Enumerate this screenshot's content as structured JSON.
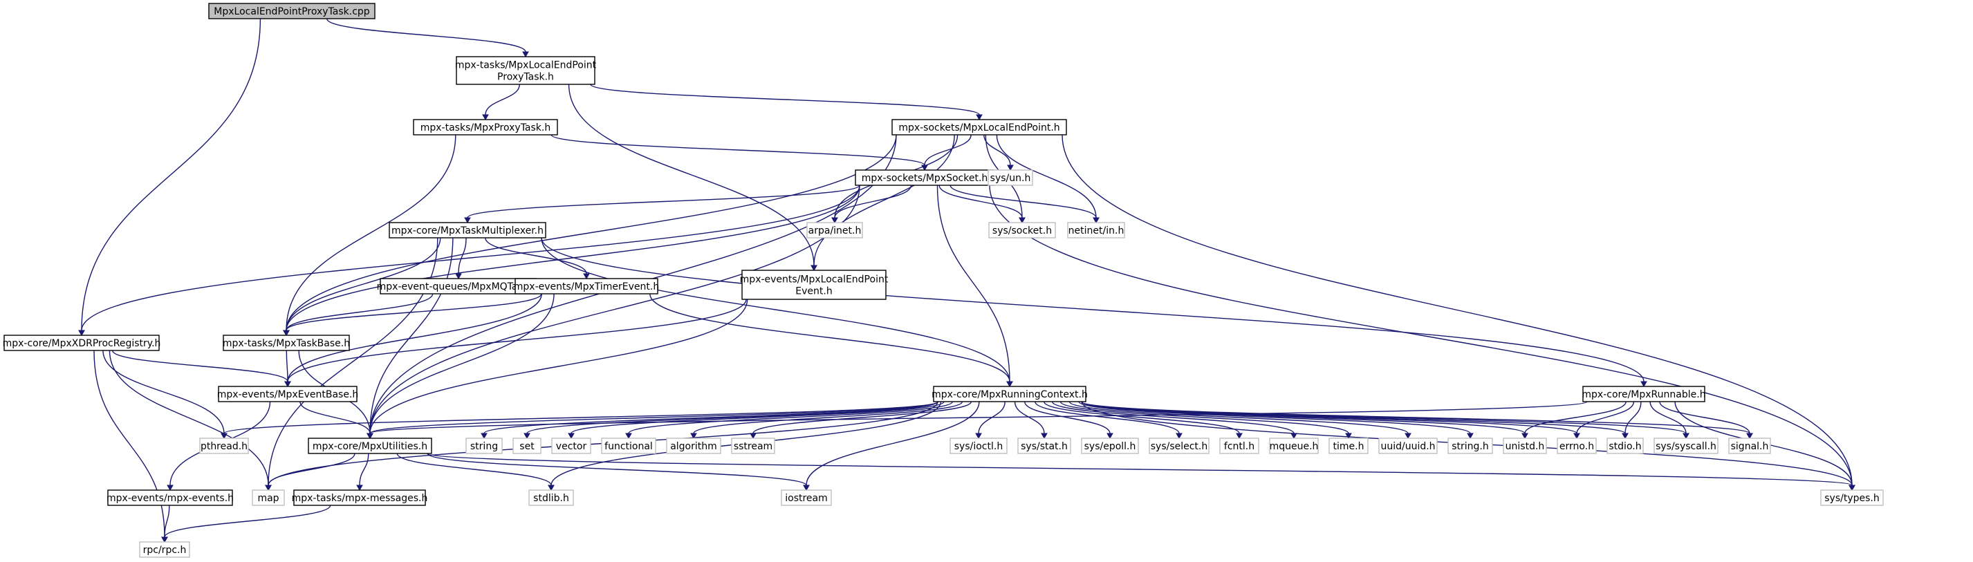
{
  "nodes": [
    {
      "id": "root",
      "lines": [
        "MpxLocalEndPointProxyTask.cpp"
      ],
      "type": "root"
    },
    {
      "id": "proxytask",
      "lines": [
        "mpx-tasks/MpxLocalEndPoint",
        "ProxyTask.h"
      ],
      "type": "file"
    },
    {
      "id": "mpxproxytask",
      "lines": [
        "mpx-tasks/MpxProxyTask.h"
      ],
      "type": "file"
    },
    {
      "id": "localendpoint",
      "lines": [
        "mpx-sockets/MpxLocalEndPoint.h"
      ],
      "type": "file"
    },
    {
      "id": "socket",
      "lines": [
        "mpx-sockets/MpxSocket.h"
      ],
      "type": "file"
    },
    {
      "id": "taskmux",
      "lines": [
        "mpx-core/MpxTaskMultiplexer.h"
      ],
      "type": "file"
    },
    {
      "id": "mqtaskl",
      "lines": [
        "mpx-event-queues/MpxMQTaskI.h"
      ],
      "type": "file"
    },
    {
      "id": "timerevent",
      "lines": [
        "mpx-events/MpxTimerEvent.h"
      ],
      "type": "file"
    },
    {
      "id": "lepevent",
      "lines": [
        "mpx-events/MpxLocalEndPoint",
        "Event.h"
      ],
      "type": "file"
    },
    {
      "id": "xdr",
      "lines": [
        "mpx-core/MpxXDRProcRegistry.h"
      ],
      "type": "file"
    },
    {
      "id": "taskbase",
      "lines": [
        "mpx-tasks/MpxTaskBase.h"
      ],
      "type": "file"
    },
    {
      "id": "eventbase",
      "lines": [
        "mpx-events/MpxEventBase.h"
      ],
      "type": "file"
    },
    {
      "id": "runningctx",
      "lines": [
        "mpx-core/MpxRunningContext.h"
      ],
      "type": "file"
    },
    {
      "id": "runnable",
      "lines": [
        "mpx-core/MpxRunnable.h"
      ],
      "type": "file"
    },
    {
      "id": "utilities",
      "lines": [
        "mpx-core/MpxUtilities.h"
      ],
      "type": "file"
    },
    {
      "id": "mpxevents",
      "lines": [
        "mpx-events/mpx-events.h"
      ],
      "type": "file"
    },
    {
      "id": "mpxmessages",
      "lines": [
        "mpx-tasks/mpx-messages.h"
      ],
      "type": "file"
    },
    {
      "id": "sys_un",
      "lines": [
        "sys/un.h"
      ],
      "type": "sys"
    },
    {
      "id": "arpa_inet",
      "lines": [
        "arpa/inet.h"
      ],
      "type": "sys"
    },
    {
      "id": "sys_socket",
      "lines": [
        "sys/socket.h"
      ],
      "type": "sys"
    },
    {
      "id": "netinet_in",
      "lines": [
        "netinet/in.h"
      ],
      "type": "sys"
    },
    {
      "id": "pthread",
      "lines": [
        "pthread.h"
      ],
      "type": "sys"
    },
    {
      "id": "string",
      "lines": [
        "string"
      ],
      "type": "sys"
    },
    {
      "id": "set",
      "lines": [
        "set"
      ],
      "type": "sys"
    },
    {
      "id": "vector",
      "lines": [
        "vector"
      ],
      "type": "sys"
    },
    {
      "id": "functional",
      "lines": [
        "functional"
      ],
      "type": "sys"
    },
    {
      "id": "algorithm",
      "lines": [
        "algorithm"
      ],
      "type": "sys"
    },
    {
      "id": "sstream",
      "lines": [
        "sstream"
      ],
      "type": "sys"
    },
    {
      "id": "sys_ioctl",
      "lines": [
        "sys/ioctl.h"
      ],
      "type": "sys"
    },
    {
      "id": "sys_stat",
      "lines": [
        "sys/stat.h"
      ],
      "type": "sys"
    },
    {
      "id": "sys_epoll",
      "lines": [
        "sys/epoll.h"
      ],
      "type": "sys"
    },
    {
      "id": "sys_select",
      "lines": [
        "sys/select.h"
      ],
      "type": "sys"
    },
    {
      "id": "fcntl",
      "lines": [
        "fcntl.h"
      ],
      "type": "sys"
    },
    {
      "id": "mqueue",
      "lines": [
        "mqueue.h"
      ],
      "type": "sys"
    },
    {
      "id": "time",
      "lines": [
        "time.h"
      ],
      "type": "sys"
    },
    {
      "id": "uuid",
      "lines": [
        "uuid/uuid.h"
      ],
      "type": "sys"
    },
    {
      "id": "string_h",
      "lines": [
        "string.h"
      ],
      "type": "sys"
    },
    {
      "id": "unistd",
      "lines": [
        "unistd.h"
      ],
      "type": "sys"
    },
    {
      "id": "errno",
      "lines": [
        "errno.h"
      ],
      "type": "sys"
    },
    {
      "id": "stdio",
      "lines": [
        "stdio.h"
      ],
      "type": "sys"
    },
    {
      "id": "sys_syscall",
      "lines": [
        "sys/syscall.h"
      ],
      "type": "sys"
    },
    {
      "id": "signal",
      "lines": [
        "signal.h"
      ],
      "type": "sys"
    },
    {
      "id": "sys_types",
      "lines": [
        "sys/types.h"
      ],
      "type": "sys"
    },
    {
      "id": "map",
      "lines": [
        "map"
      ],
      "type": "sys"
    },
    {
      "id": "stdlib",
      "lines": [
        "stdlib.h"
      ],
      "type": "sys"
    },
    {
      "id": "iostream",
      "lines": [
        "iostream"
      ],
      "type": "sys"
    },
    {
      "id": "rpc",
      "lines": [
        "rpc/rpc.h"
      ],
      "type": "sys"
    }
  ],
  "edges": [
    [
      "root",
      "proxytask"
    ],
    [
      "root",
      "xdr"
    ],
    [
      "proxytask",
      "mpxproxytask"
    ],
    [
      "proxytask",
      "localendpoint"
    ],
    [
      "proxytask",
      "lepevent"
    ],
    [
      "mpxproxytask",
      "taskbase"
    ],
    [
      "mpxproxytask",
      "socket"
    ],
    [
      "localendpoint",
      "socket"
    ],
    [
      "localendpoint",
      "sys_un"
    ],
    [
      "localendpoint",
      "arpa_inet"
    ],
    [
      "localendpoint",
      "sys_socket"
    ],
    [
      "localendpoint",
      "netinet_in"
    ],
    [
      "localendpoint",
      "sys_types"
    ],
    [
      "localendpoint",
      "taskbase"
    ],
    [
      "localendpoint",
      "lepevent"
    ],
    [
      "localendpoint",
      "utilities"
    ],
    [
      "socket",
      "arpa_inet"
    ],
    [
      "socket",
      "sys_socket"
    ],
    [
      "socket",
      "netinet_in"
    ],
    [
      "socket",
      "taskmux"
    ],
    [
      "socket",
      "xdr"
    ],
    [
      "socket",
      "taskbase"
    ],
    [
      "socket",
      "runningctx"
    ],
    [
      "socket",
      "utilities"
    ],
    [
      "socket",
      "sys_types"
    ],
    [
      "taskmux",
      "mqtaskl"
    ],
    [
      "taskmux",
      "timerevent"
    ],
    [
      "taskmux",
      "taskbase"
    ],
    [
      "taskmux",
      "runningctx"
    ],
    [
      "taskmux",
      "runnable"
    ],
    [
      "taskmux",
      "utilities"
    ],
    [
      "taskmux",
      "map"
    ],
    [
      "mqtaskl",
      "taskbase"
    ],
    [
      "timerevent",
      "taskbase"
    ],
    [
      "timerevent",
      "eventbase"
    ],
    [
      "timerevent",
      "runningctx"
    ],
    [
      "timerevent",
      "utilities"
    ],
    [
      "lepevent",
      "eventbase"
    ],
    [
      "lepevent",
      "utilities"
    ],
    [
      "xdr",
      "eventbase"
    ],
    [
      "xdr",
      "pthread"
    ],
    [
      "xdr",
      "map"
    ],
    [
      "xdr",
      "rpc"
    ],
    [
      "taskbase",
      "eventbase"
    ],
    [
      "taskbase",
      "utilities"
    ],
    [
      "eventbase",
      "utilities"
    ],
    [
      "eventbase",
      "mpxevents"
    ],
    [
      "runningctx",
      "utilities"
    ],
    [
      "runningctx",
      "pthread"
    ],
    [
      "runningctx",
      "string"
    ],
    [
      "runningctx",
      "set"
    ],
    [
      "runningctx",
      "vector"
    ],
    [
      "runningctx",
      "functional"
    ],
    [
      "runningctx",
      "algorithm"
    ],
    [
      "runningctx",
      "sstream"
    ],
    [
      "runningctx",
      "sys_ioctl"
    ],
    [
      "runningctx",
      "sys_stat"
    ],
    [
      "runningctx",
      "sys_epoll"
    ],
    [
      "runningctx",
      "sys_select"
    ],
    [
      "runningctx",
      "fcntl"
    ],
    [
      "runningctx",
      "mqueue"
    ],
    [
      "runningctx",
      "time"
    ],
    [
      "runningctx",
      "uuid"
    ],
    [
      "runningctx",
      "string_h"
    ],
    [
      "runningctx",
      "unistd"
    ],
    [
      "runningctx",
      "errno"
    ],
    [
      "runningctx",
      "stdio"
    ],
    [
      "runningctx",
      "sys_syscall"
    ],
    [
      "runningctx",
      "signal"
    ],
    [
      "runningctx",
      "sys_types"
    ],
    [
      "runningctx",
      "stdlib"
    ],
    [
      "runningctx",
      "iostream"
    ],
    [
      "runningctx",
      "map"
    ],
    [
      "runnable",
      "utilities"
    ],
    [
      "runnable",
      "unistd"
    ],
    [
      "runnable",
      "errno"
    ],
    [
      "runnable",
      "stdio"
    ],
    [
      "runnable",
      "sys_syscall"
    ],
    [
      "runnable",
      "signal"
    ],
    [
      "runnable",
      "sys_types"
    ],
    [
      "utilities",
      "map"
    ],
    [
      "utilities",
      "mpxmessages"
    ],
    [
      "utilities",
      "stdlib"
    ],
    [
      "utilities",
      "iostream"
    ],
    [
      "utilities",
      "sys_types"
    ],
    [
      "mpxevents",
      "rpc"
    ],
    [
      "mpxmessages",
      "rpc"
    ]
  ]
}
